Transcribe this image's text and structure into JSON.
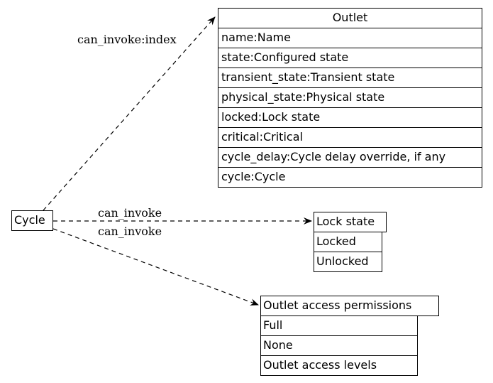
{
  "nodes": {
    "cycle": {
      "label": "Cycle"
    },
    "outlet": {
      "title": "Outlet",
      "rows": [
        "name:Name",
        "state:Configured state",
        "transient_state:Transient state",
        "physical_state:Physical state",
        "locked:Lock state",
        "critical:Critical",
        "cycle_delay:Cycle delay override, if any",
        "cycle:Cycle"
      ]
    },
    "lock_state": {
      "title": "Lock state",
      "rows": [
        "Locked",
        "Unlocked"
      ]
    },
    "access": {
      "title": "Outlet access permissions",
      "rows": [
        "Full",
        "None",
        "Outlet access levels"
      ]
    }
  },
  "edges": [
    {
      "from": "Cycle",
      "to": "Outlet",
      "label": "can_invoke:index"
    },
    {
      "from": "Cycle",
      "to": "Lock state",
      "label": "can_invoke"
    },
    {
      "from": "Cycle",
      "to": "Outlet access permissions",
      "label": "can_invoke"
    }
  ]
}
